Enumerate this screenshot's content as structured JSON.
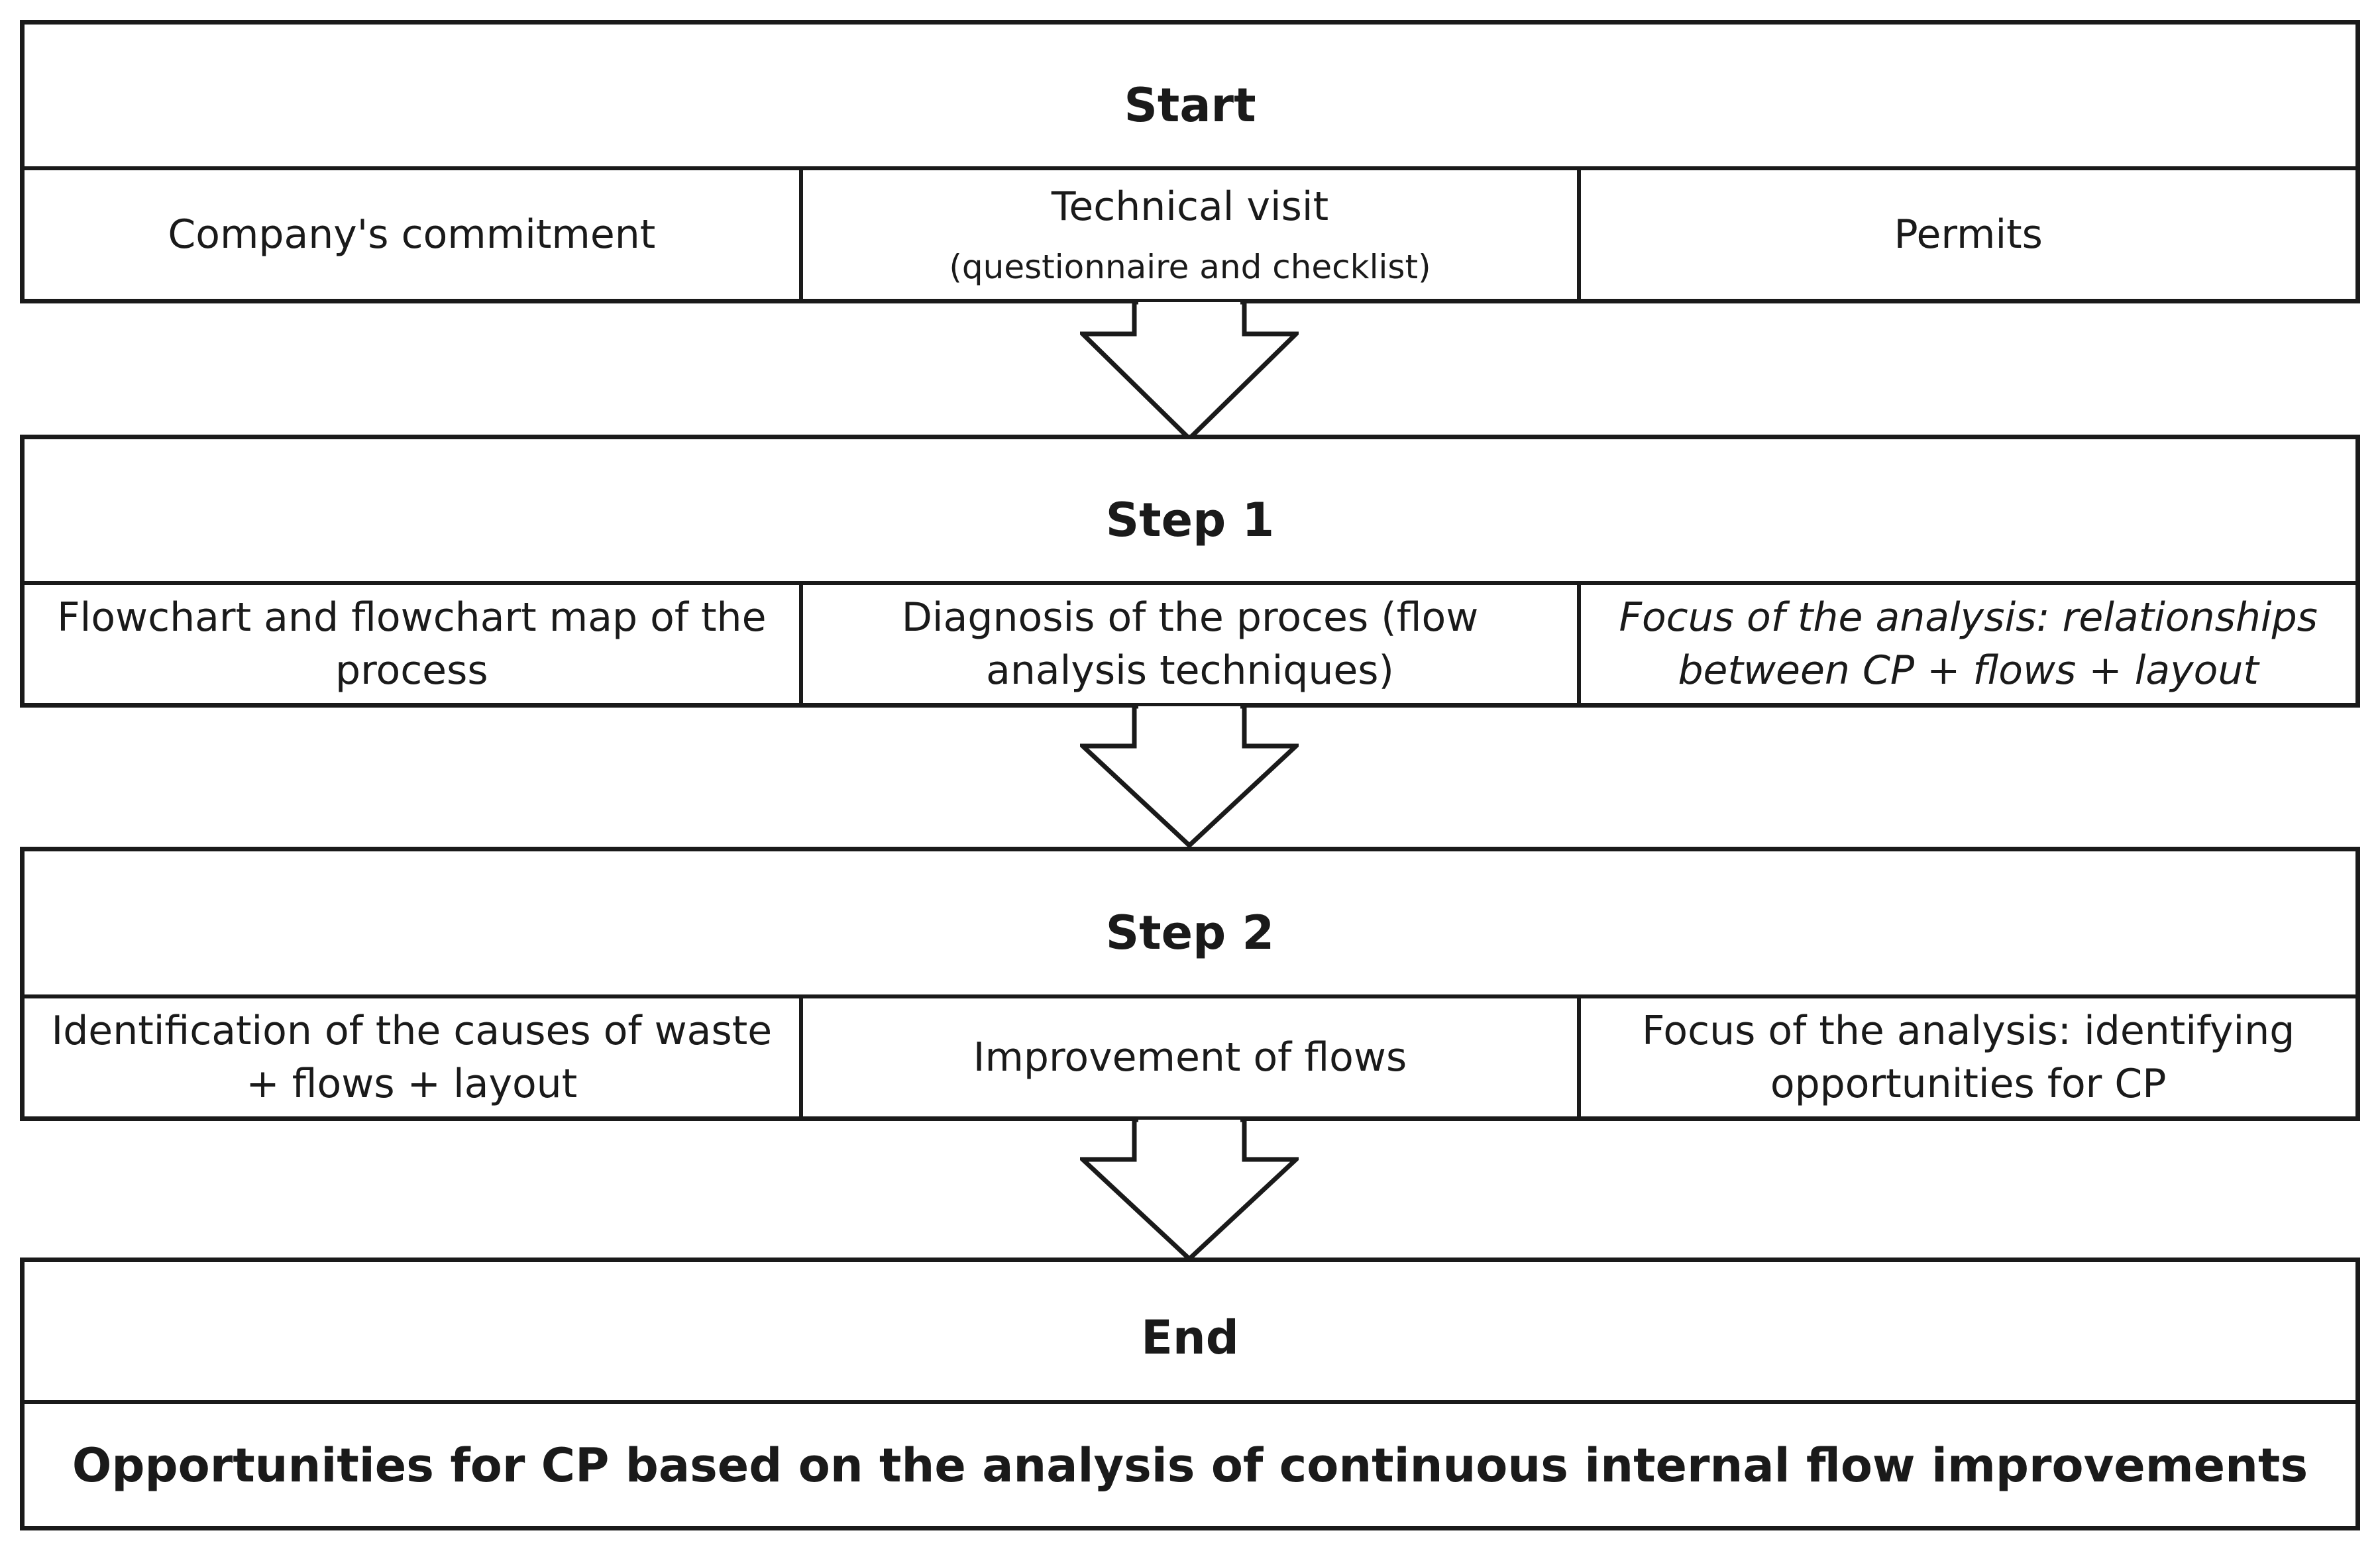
{
  "blocks": {
    "start": {
      "title": "Start",
      "cells": [
        {
          "text": "Company's commitment"
        },
        {
          "text": "Technical visit",
          "sub": "(questionnaire and checklist)"
        },
        {
          "text": "Permits"
        }
      ]
    },
    "step1": {
      "title": "Step 1",
      "cells": [
        {
          "text": "Flowchart and flowchart map of the process"
        },
        {
          "text": "Diagnosis of the proces (flow analysis techniques)"
        },
        {
          "text": "Focus of the analysis: relationships between CP + flows + layout"
        }
      ]
    },
    "step2": {
      "title": "Step 2",
      "cells": [
        {
          "text": "Identification of the causes of waste + flows + layout"
        },
        {
          "text": "Improvement of flows"
        },
        {
          "text": "Focus of the analysis: identifying opportunities for CP"
        }
      ]
    },
    "end": {
      "title": "End",
      "text": "Opportunities for CP based on the analysis of continuous internal flow improvements"
    }
  }
}
